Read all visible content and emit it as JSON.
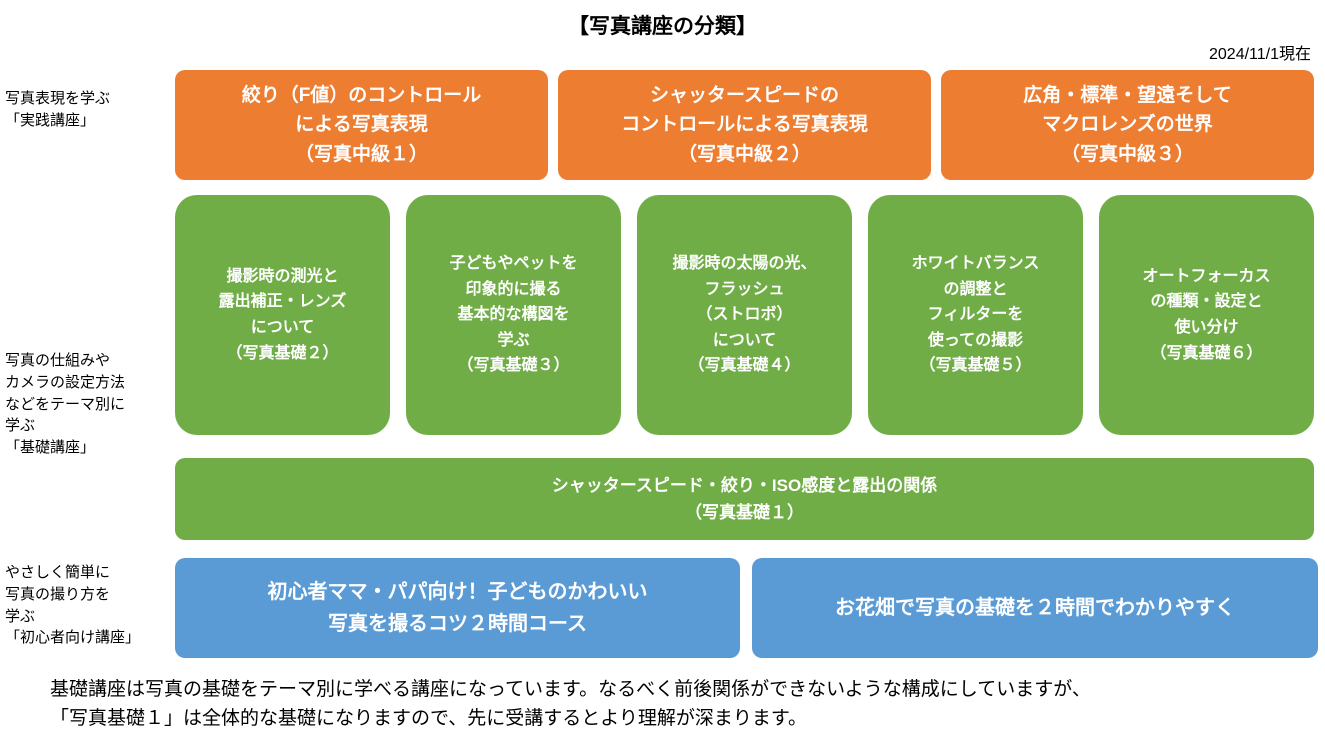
{
  "header": {
    "title": "【写真講座の分類】",
    "date": "2024/11/1現在"
  },
  "colors": {
    "practical_orange": "#ED7D31",
    "basic_green": "#70AD47",
    "beginner_blue": "#5B9BD5"
  },
  "side_labels": {
    "practical": "写真表現を学ぶ\n「実践講座」",
    "basic": "写真の仕組みや\nカメラの設定方法\nなどをテーマ別に\n学ぶ\n「基礎講座」",
    "beginner": "やさしく簡単に\n写真の撮り方を\n学ぶ\n「初心者向け講座」"
  },
  "practical_courses": [
    {
      "label": "絞り（F値）のコントロール\nによる写真表現\n（写真中級１）"
    },
    {
      "label": "シャッタースピードの\nコントロールによる写真表現\n（写真中級２）"
    },
    {
      "label": "広角・標準・望遠そして\nマクロレンズの世界\n（写真中級３）"
    }
  ],
  "basic_courses": [
    {
      "label": "撮影時の測光と\n露出補正・レンズ\nについて\n（写真基礎２）"
    },
    {
      "label": "子どもやペットを\n印象的に撮る\n基本的な構図を\n学ぶ\n（写真基礎３）"
    },
    {
      "label": "撮影時の太陽の光、\nフラッシュ\n（ストロボ）\nについて\n（写真基礎４）"
    },
    {
      "label": "ホワイトバランス\nの調整と\nフィルターを\n使っての撮影\n（写真基礎５）"
    },
    {
      "label": "オートフォーカス\nの種類・設定と\n使い分け\n（写真基礎６）"
    }
  ],
  "foundation_course": {
    "label": "シャッタースピード・絞り・ISO感度と露出の関係\n（写真基礎１）"
  },
  "beginner_courses": [
    {
      "label": "初心者ママ・パパ向け！子どものかわいい\n写真を撮るコツ２時間コース"
    },
    {
      "label": "お花畑で写真の基礎を２時間でわかりやすく"
    }
  ],
  "footer_note": "基礎講座は写真の基礎をテーマ別に学べる講座になっています。なるべく前後関係ができないような構成にしていますが、\n「写真基礎１」は全体的な基礎になりますので、先に受講するとより理解が深まります。"
}
